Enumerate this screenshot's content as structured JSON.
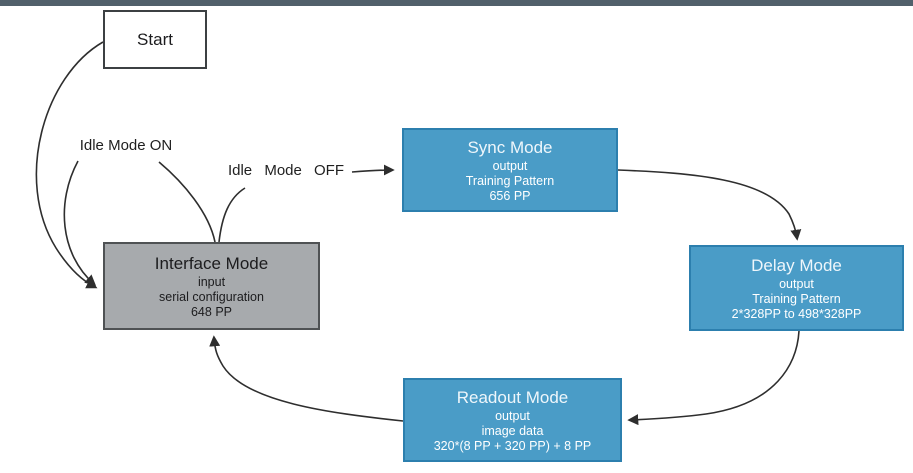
{
  "colors": {
    "node_blue": "#4a9cc7",
    "node_blue_border": "#2c7fae",
    "node_gray": "#a7aaad",
    "node_gray_border": "#4f5254",
    "arrow": "#2e2e2e",
    "top_bar": "#51606b",
    "background": "#ffffff"
  },
  "nodes": {
    "start": {
      "title": "Start"
    },
    "interface": {
      "title": "Interface Mode",
      "lines": [
        "input",
        "serial configuration",
        "648 PP"
      ]
    },
    "sync": {
      "title": "Sync Mode",
      "lines": [
        "output",
        "Training Pattern",
        "656 PP"
      ]
    },
    "delay": {
      "title": "Delay Mode",
      "lines": [
        "output",
        "Training Pattern",
        "2*328PP to 498*328PP"
      ]
    },
    "readout": {
      "title": "Readout Mode",
      "lines": [
        "output",
        "image data",
        "320*(8 PP + 320 PP) + 8 PP"
      ]
    }
  },
  "edge_labels": {
    "idle_on": "Idle Mode ON",
    "idle_off": "Idle Mode OFF"
  },
  "edges": [
    {
      "from": "Start",
      "to": "Interface Mode",
      "label": ""
    },
    {
      "from": "Interface Mode",
      "to": "Interface Mode",
      "label": "Idle Mode ON"
    },
    {
      "from": "Interface Mode",
      "to": "Sync Mode",
      "label": "Idle Mode OFF"
    },
    {
      "from": "Sync Mode",
      "to": "Delay Mode",
      "label": ""
    },
    {
      "from": "Delay Mode",
      "to": "Readout Mode",
      "label": ""
    },
    {
      "from": "Readout Mode",
      "to": "Interface Mode",
      "label": ""
    }
  ]
}
